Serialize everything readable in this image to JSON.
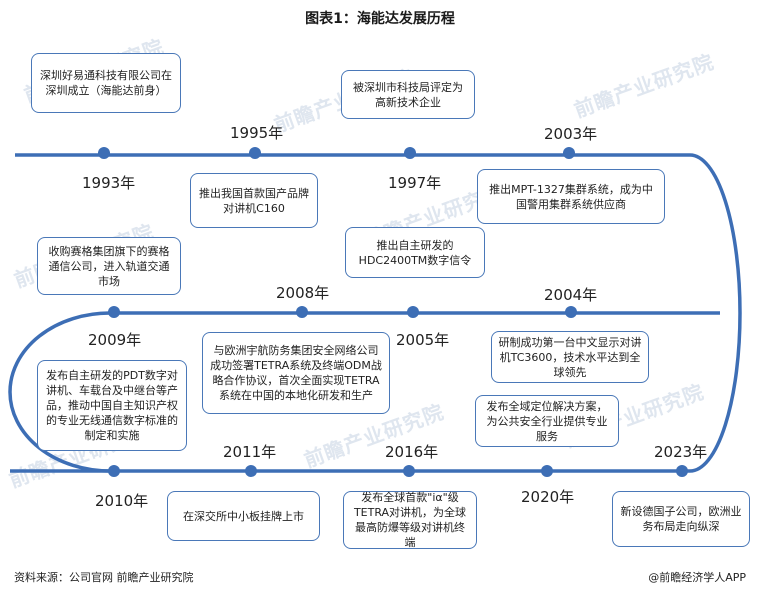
{
  "title": "图表1：海能达发展历程",
  "colors": {
    "line": "#3d6eb5",
    "dot": "#3d6eb5",
    "box_border": "#4a78b8"
  },
  "watermark": "前瞻产业研究院",
  "events": [
    {
      "year": "1993年",
      "text": "深圳好易通科技有限公司在深圳成立（海能达前身）"
    },
    {
      "year": "1995年",
      "text": "推出我国首款国产品牌对讲机C160"
    },
    {
      "year": "1997年",
      "text": "被深圳市科技局评定为高新技术企业"
    },
    {
      "year": "2003年",
      "text": "推出MPT-1327集群系统，成为中国警用集群系统供应商"
    },
    {
      "year": "2004年",
      "text": "研制成功第一台中文显示对讲机TC3600，技术水平达到全球领先"
    },
    {
      "year": "2005年",
      "text": "推出自主研发的HDC2400TM数字信令"
    },
    {
      "year": "2008年",
      "text": "与欧洲宇航防务集团安全网络公司成功签署TETRA系统及终端ODM战略合作协议，首次全面实现TETRA系统在中国的本地化研发和生产"
    },
    {
      "year": "2009年",
      "text": "收购赛格集团旗下的赛格通信公司，进入轨道交通市场"
    },
    {
      "year": "2010年",
      "text": "发布自主研发的PDT数字对讲机、车载台及中继台等产品，推动中国自主知识产权的专业无线通信数字标准的制定和实施"
    },
    {
      "year": "2011年",
      "text": "在深交所中小板挂牌上市"
    },
    {
      "year": "2016年",
      "text": "发布全球首款\"iα\"级TETRA对讲机，为全球最高防爆等级对讲机终端"
    },
    {
      "year": "2020年",
      "text": "发布全域定位解决方案，为公共安全行业提供专业服务"
    },
    {
      "year": "2023年",
      "text": "新设德国子公司，欧洲业务布局走向纵深"
    }
  ],
  "footer": {
    "source": "资料来源：公司官网 前瞻产业研究院",
    "brand": "@前瞻经济学人APP"
  }
}
